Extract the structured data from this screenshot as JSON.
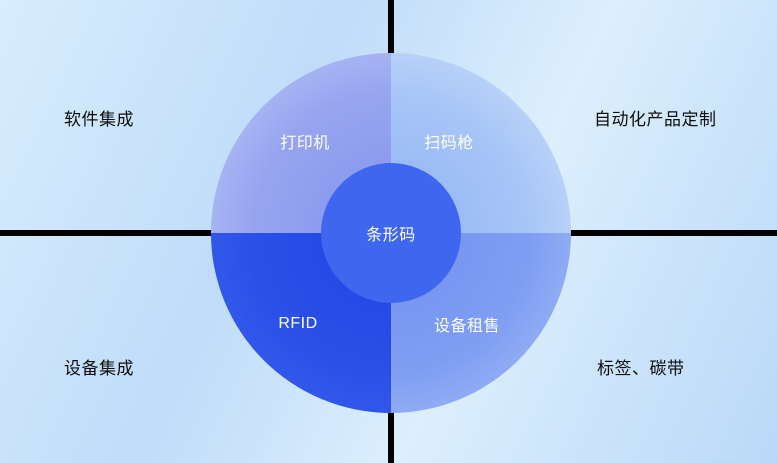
{
  "corners": {
    "top_left": "软件集成",
    "top_right": "自动化产品定制",
    "bottom_left": "设备集成",
    "bottom_right": "标签、碳带"
  },
  "circle": {
    "center_label": "条形码",
    "segments": {
      "top_left": "打印机",
      "top_right": "扫码枪",
      "bottom_left": "RFID",
      "bottom_right": "设备租售"
    }
  },
  "colors": {
    "divider": "#000000",
    "corner_text": "#0d0d0d",
    "circle_text": "#ffffff",
    "center_circle": "#3f66ef",
    "segment_top_left": "#8392ec",
    "segment_top_right": "#8fb2f3",
    "segment_bottom_left": "#1f44e4",
    "segment_bottom_right": "#6f90f0"
  }
}
